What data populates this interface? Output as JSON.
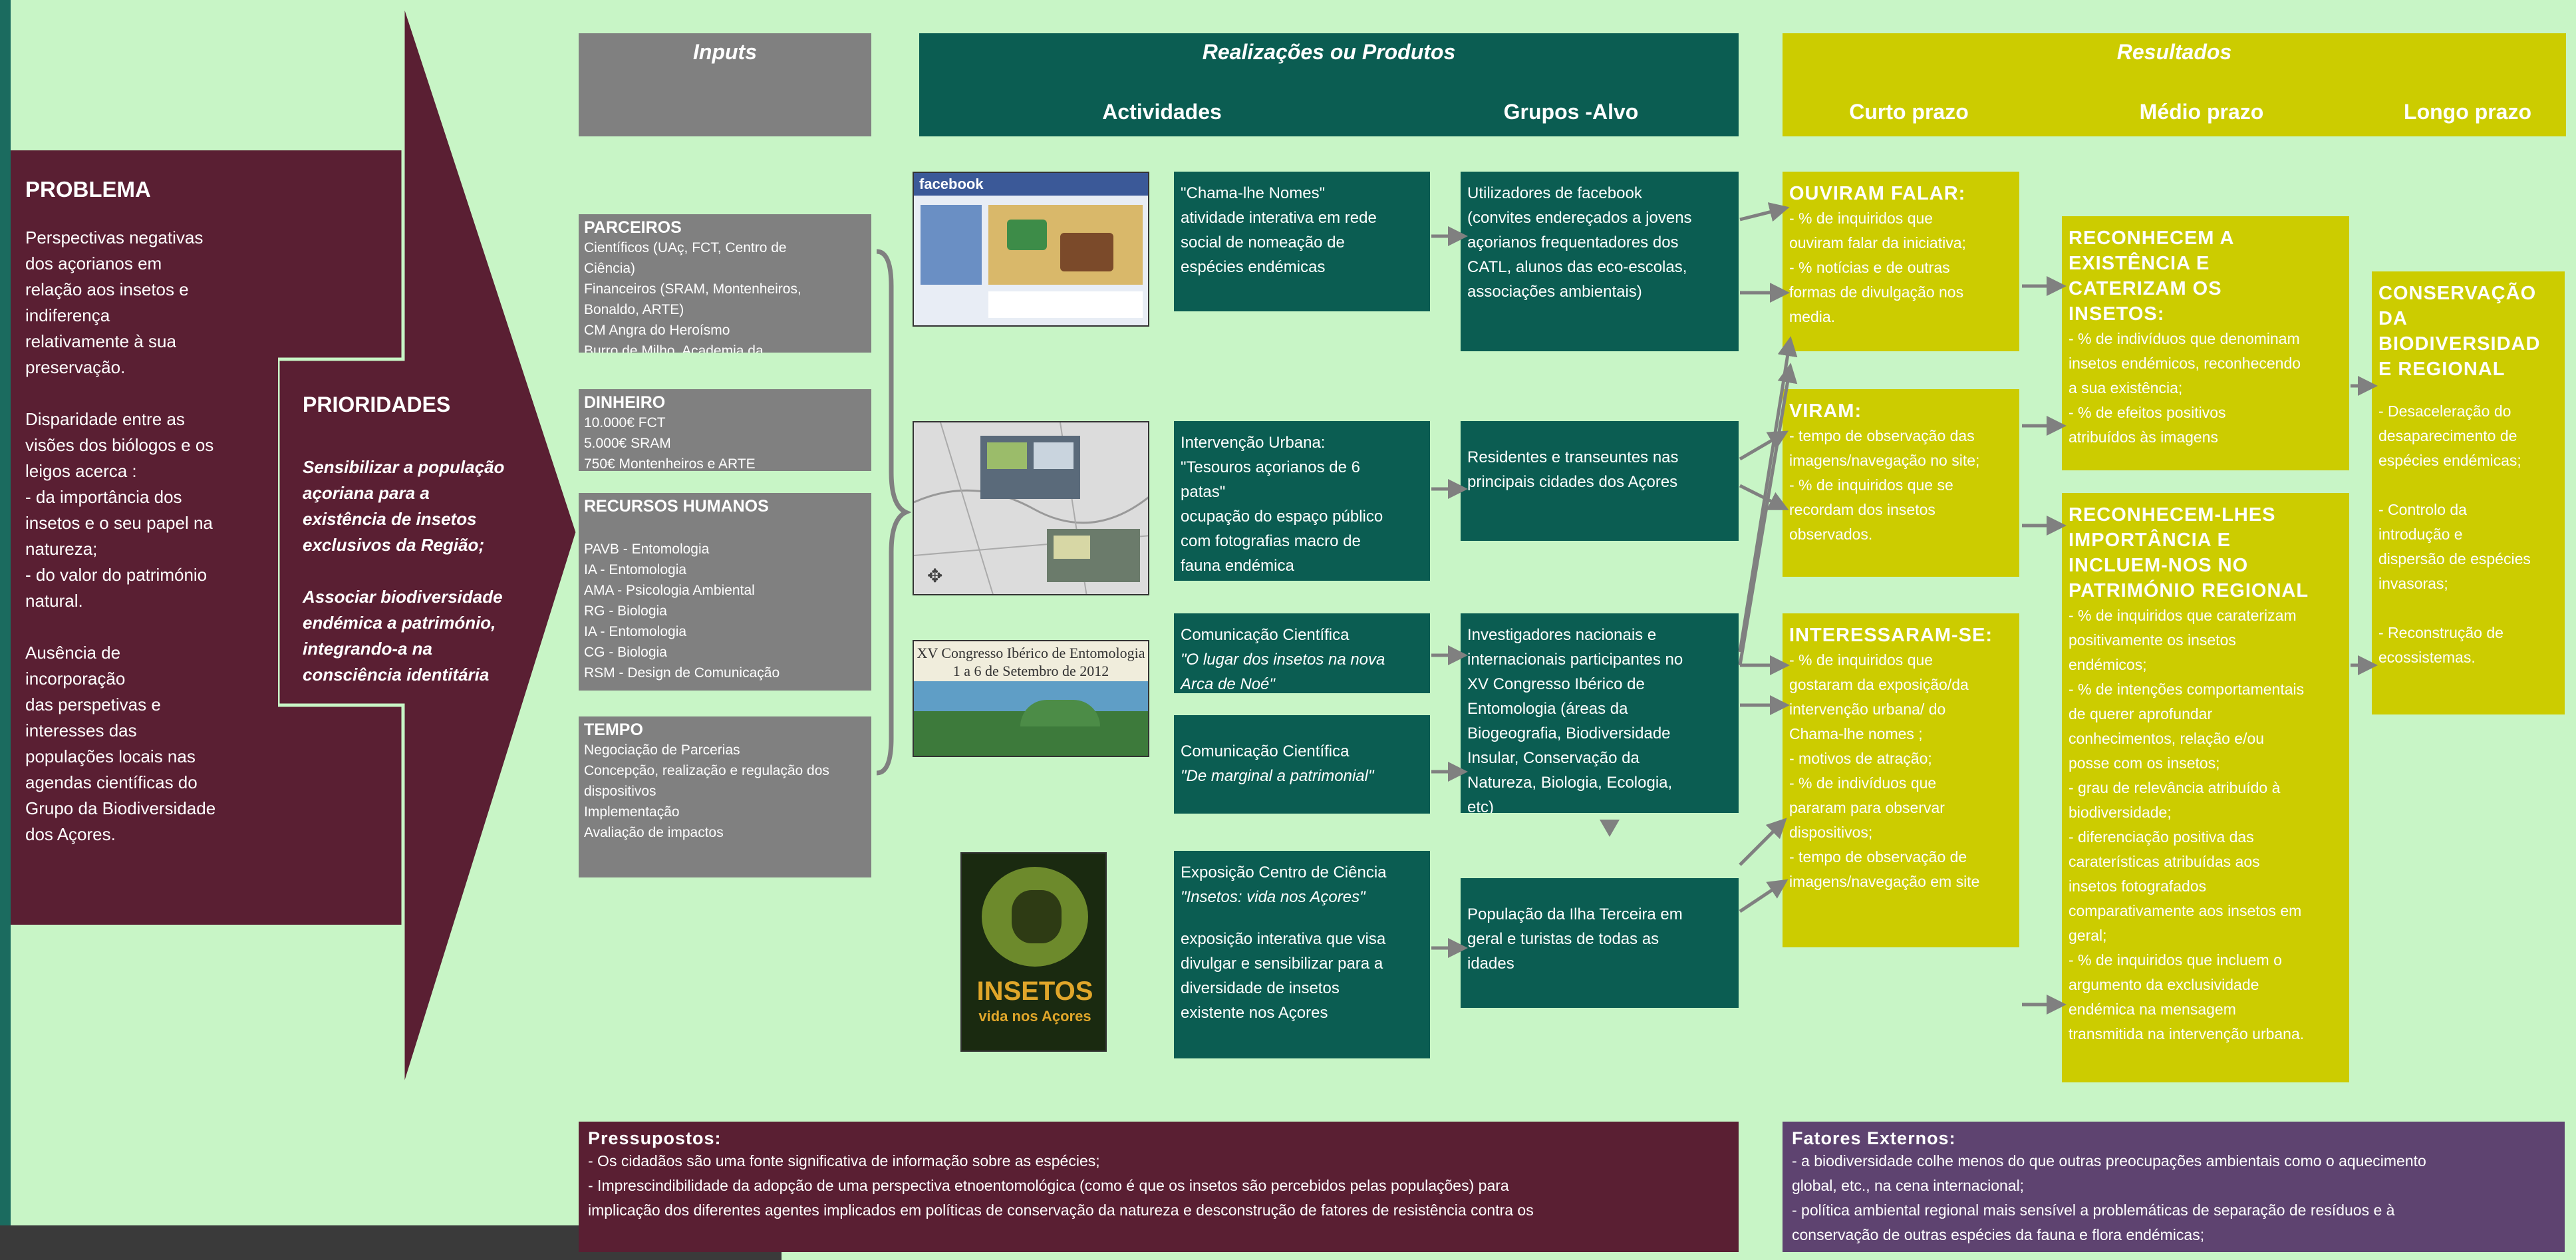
{
  "colors": {
    "background": "#c8f5c6",
    "problem": "#5a1f33",
    "priority_arrow": "#5a1f33",
    "inputs": "#808080",
    "products": "#0b5d52",
    "results": "#cccc00",
    "external_factors": "#5e4370",
    "arrows": "#808080"
  },
  "problem": {
    "title": "PROBLEMA",
    "text": "Perspectivas  negativas\ndos açorianos  em\nrelação  aos insetos e\nindiferença\nrelativamente   à sua\npreservação.\n\nDisparidade entre  as\nvisões dos biólogos e os\nleigos acerca  :\n- da importância  dos\ninsetos e o seu papel na\nnatureza;\n- do valor do património\nnatural.\n\nAusência  de\nincorporação\ndas perspetivas  e\ninteresses  das\npopulações locais nas\nagendas  científicas do\nGrupo da Biodiversidade\ndos Açores."
  },
  "priorities": {
    "title": "PRIORIDADES",
    "text": "Sensibilizar a população\naçoriana para a\nexistência de insetos\nexclusivos da Região;\n\nAssociar biodiversidade\nendémica a património,\nintegrando-a na\nconsciência identitária"
  },
  "headers": {
    "inputs": "Inputs",
    "products": "Realizações ou Produtos",
    "activities": "Actividades",
    "target_groups": "Grupos -Alvo",
    "results": "Resultados",
    "short_term": "Curto prazo",
    "medium_term": "Médio  prazo",
    "long_term": "Longo  prazo"
  },
  "inputs": {
    "partners_title": "PARCEIROS",
    "partners_text": "Científicos (UAç, FCT, Centro de\nCiência)\nFinanceiros (SRAM, Montenheiros,\nBonaldo, ARTE)\nCM Angra do Heroísmo\nBurro de Milho, Academia da",
    "money_title": "DINHEIRO",
    "money_text": "10.000€ FCT\n5.000€ SRAM\n750€ Montenheiros e ARTE",
    "hr_title": "RECURSOS HUMANOS",
    "hr_text": "PAVB - Entomologia\nIA - Entomologia\nAMA - Psicologia Ambiental\nRG - Biologia\nIA - Entomologia\nCG - Biologia\nRSM - Design de Comunicação",
    "time_title": "TEMPO",
    "time_text": "Negociação de Parcerias\nConcepção, realização e regulação dos\ndispositivos\nImplementação\nAvaliação de impactos"
  },
  "images": {
    "facebook": "facebook",
    "congress_title": "XV Congresso Ibérico de Entomologia",
    "congress_date": "1 a 6 de Setembro de 2012",
    "poster_title": "INSETOS",
    "poster_subtitle": "vida nos Açores"
  },
  "activities": {
    "a1": "\"Chama-lhe Nomes\"\natividade interativa em rede\nsocial de nomeação de\nespécies endémicas",
    "a2": "Intervenção Urbana:\n\"Tesouros açorianos de 6\npatas\"\nocupação do espaço público\ncom fotografias macro de\nfauna endémica",
    "a3_title": "Comunicação Científica",
    "a3_text": "\"O lugar dos insetos na nova\nArca de Noé\"",
    "a4_title": "Comunicação Científica",
    "a4_text": "\"De marginal a patrimonial\"",
    "a5_title": "Exposição Centro de Ciência",
    "a5_sub": "\"Insetos: vida nos Açores\"",
    "a5_text": "exposição interativa que visa\ndivulgar e sensibilizar para a\ndiversidade de insetos\nexistente nos Açores"
  },
  "targets": {
    "t1": "Utilizadores de facebook\n(convites endereçados a jovens\naçorianos frequentadores dos\nCATL, alunos das eco-escolas,\nassociações ambientais)",
    "t2": "Residentes e transeuntes nas\nprincipais cidades dos Açores",
    "t3": "Investigadores nacionais e\ninternacionais participantes no\nXV Congresso Ibérico de\nEntomologia (áreas da\nBiogeografia, Biodiversidade\nInsular, Conservação da\nNatureza, Biologia, Ecologia,\netc)",
    "t4": "População da Ilha Terceira em\ngeral e turistas de todas as\nidades"
  },
  "short_term": {
    "s1_title": "OUVIRAM FALAR:",
    "s1_text": "- % de inquiridos que\nouviram falar da iniciativa;\n- % notícias e de outras\nformas de divulgação nos\nmedia.",
    "s2_title": "VIRAM:",
    "s2_text": "- tempo de observação das\nimagens/navegação no site;\n- % de inquiridos que se\nrecordam dos insetos\nobservados.",
    "s3_title": "INTERESSARAM-SE:",
    "s3_text": "- % de inquiridos que\ngostaram da exposição/da\nintervenção urbana/ do\nChama-lhe nomes ;\n- motivos de atração;\n- % de indivíduos que\npararam para observar\ndispositivos;\n- tempo de observação de\nimagens/navegação em site"
  },
  "medium_term": {
    "m1_title": "RECONHECEM A\nEXISTÊNCIA E\nCATERIZAM OS\nINSETOS:",
    "m1_text": "- % de indivíduos que denominam\ninsetos endémicos, reconhecendo\na sua existência;\n- % de efeitos positivos\natribuídos às imagens",
    "m2_title": "RECONHECEM-LHES\nIMPORTÂNCIA E\nINCLUEM-NOS NO\nPATRIMÓNIO REGIONAL",
    "m2_text": "- % de inquiridos que caraterizam\npositivamente os insetos\nendémicos;\n- % de intenções comportamentais\nde querer aprofundar\nconhecimentos, relação e/ou\nposse com os insetos;\n-  grau de relevância atribuído  à\nbiodiversidade;\n- diferenciação positiva das\ncaraterísticas atribuídas aos\ninsetos fotografados\ncomparativamente aos insetos em\ngeral;\n- % de inquiridos que incluem o\nargumento da exclusividade\nendémica na mensagem\ntransmitida na intervenção urbana."
  },
  "long_term": {
    "l1_title": "CONSERVAÇÃO\nDA\nBIODIVERSIDAD\nE REGIONAL",
    "l1_text": "- Desaceleração do\ndesaparecimento de\nespécies endémicas;\n\n- Controlo da\nintrodução e\ndispersão de espécies\ninvasoras;\n\n- Reconstrução de\necossistemas."
  },
  "assumptions": {
    "title": "Pressupostos:",
    "text": "- Os cidadãos são uma fonte significativa de informação sobre as espécies;\n- Imprescindibilidade da adopção de uma perspectiva etnoentomológica (como é que os insetos são percebidos pelas populações) para\nimplicação dos diferentes agentes implicados em políticas de conservação da natureza e desconstrução de fatores de resistência contra os"
  },
  "external": {
    "title": "Fatores Externos:",
    "text": " - a biodiversidade colhe menos do que outras preocupações ambientais como o aquecimento\nglobal, etc., na cena internacional;\n - política ambiental regional mais sensível a problemáticas de separação de resíduos e à\nconservação de outras espécies da fauna e flora endémicas;"
  }
}
